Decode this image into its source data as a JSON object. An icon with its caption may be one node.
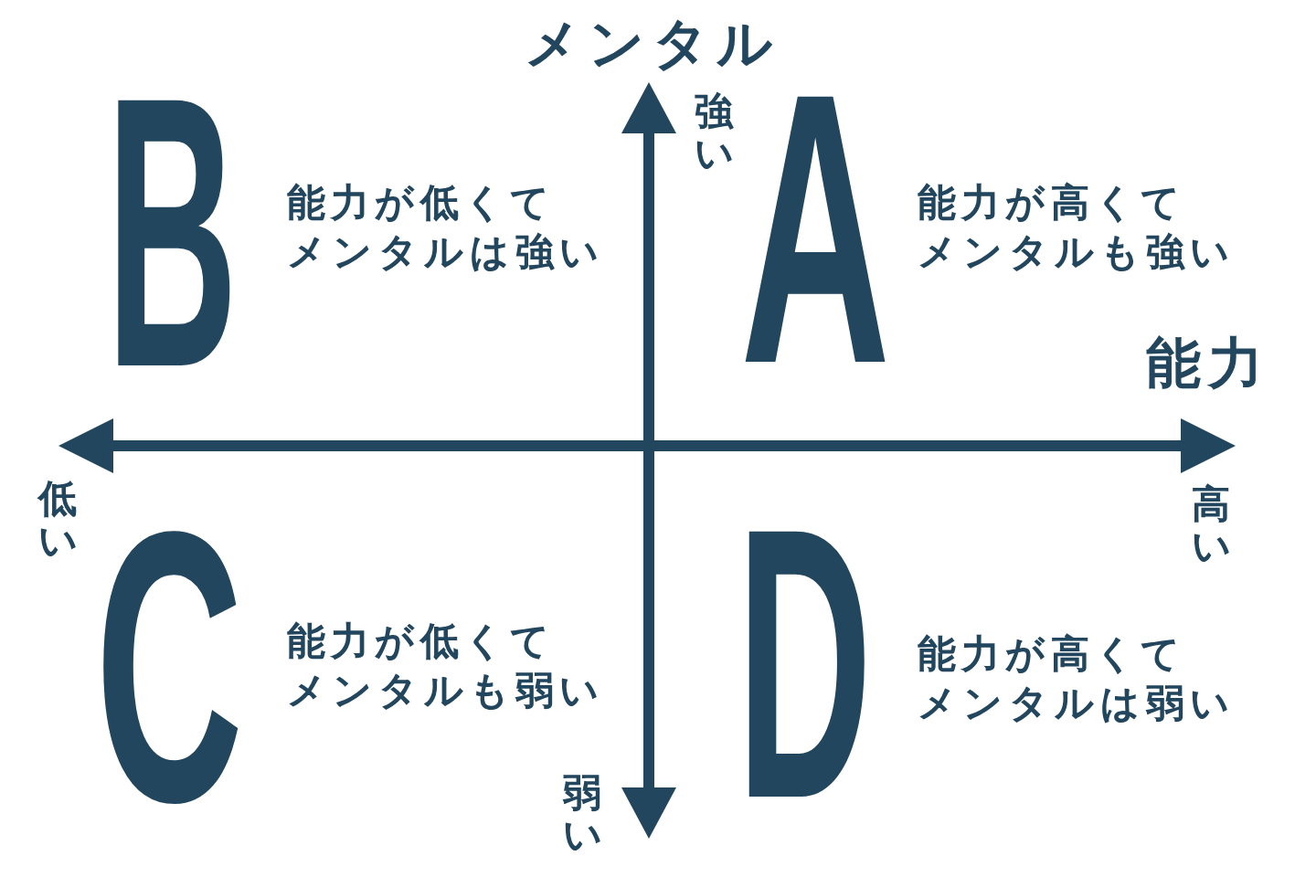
{
  "diagram": {
    "labels": [
      "メンタル",
      "強い",
      "B",
      "能力が低くてメンタルは強い",
      "A",
      "能力が高くてメンタルも強い",
      "能力",
      "低い",
      "高い",
      "C",
      "能力が低くてメンタルも弱い",
      "D",
      "能力が高くてメンタルは弱い",
      "弱い"
    ]
  }
}
